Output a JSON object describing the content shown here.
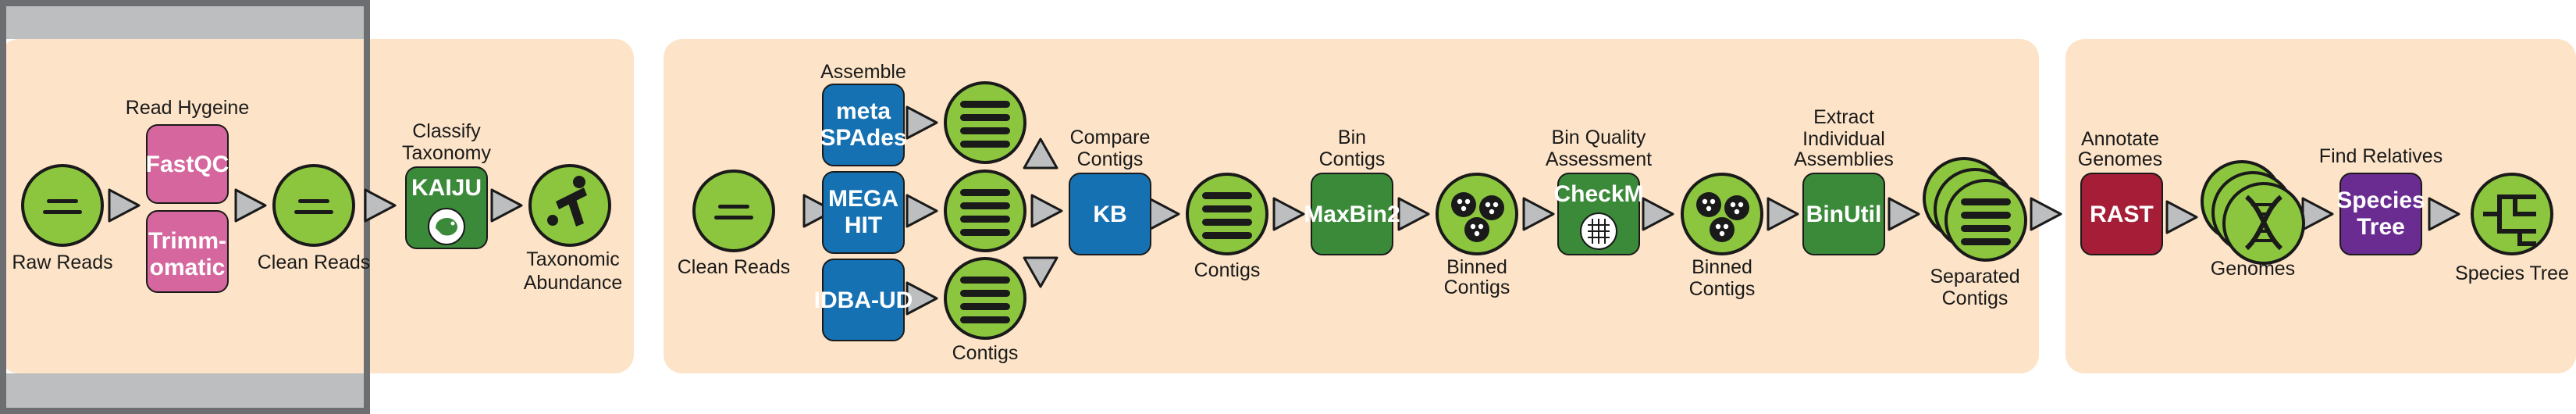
{
  "colors": {
    "panel": "#fde4c8",
    "node": "#8cc63f",
    "node_dark": "#1a1a1a",
    "arrow": "#bcbec0",
    "pink": "#d6679e",
    "green": "#3b8a3a",
    "blue": "#1671b3",
    "red": "#a51d36",
    "purple": "#6b2c91",
    "frame": "#6d6e71",
    "frame_fill": "#bcbec0"
  },
  "labels": {
    "raw_reads": "Raw Reads",
    "read_hygeine": "Read Hygeine",
    "fastqc": "FastQC",
    "trimmomatic_1": "Trimm-",
    "trimmomatic_2": "omatic",
    "clean_reads_1": "Clean Reads",
    "classify_1": "Classify",
    "classify_2": "Taxonomy",
    "kaiju": "KAIJU",
    "tax_abund_1": "Taxonomic",
    "tax_abund_2": "Abundance",
    "clean_reads_2": "Clean Reads",
    "assemble": "Assemble",
    "metaspades_1": "meta",
    "metaspades_2": "SPAdes",
    "megahit_1": "MEGA",
    "megahit_2": "HIT",
    "idba": "IDBA-UD",
    "contigs_1": "Contigs",
    "compare_1": "Compare",
    "compare_2": "Contigs",
    "kb": "KB",
    "contigs_2": "Contigs",
    "bin_1": "Bin",
    "bin_2": "Contigs",
    "maxbin": "MaxBin2",
    "binned_1a": "Binned",
    "binned_1b": "Contigs",
    "binq_1": "Bin Quality",
    "binq_2": "Assessment",
    "checkm": "CheckM",
    "binned_2a": "Binned",
    "binned_2b": "Contigs",
    "extract_1": "Extract",
    "extract_2": "Individual",
    "extract_3": "Assemblies",
    "binutil": "BinUtil",
    "separated_1": "Separated",
    "separated_2": "Contigs",
    "annotate_1": "Annotate",
    "annotate_2": "Genomes",
    "rast": "RAST",
    "genomes": "Genomes",
    "find_rel": "Find Relatives",
    "species_tree_1": "Species",
    "species_tree_2": "Tree",
    "species_tree_out": "Species Tree"
  }
}
